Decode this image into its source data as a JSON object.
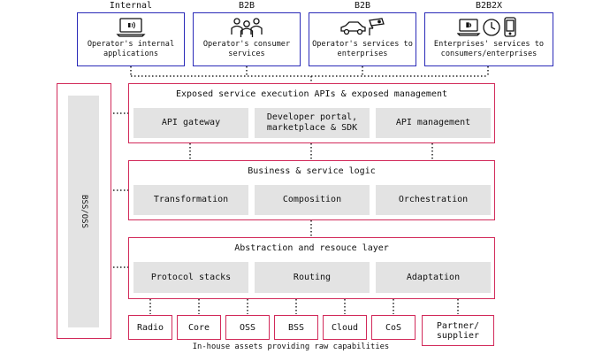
{
  "categories": [
    {
      "label": "Internal",
      "text": "Operator's internal applications",
      "icon": "laptop-wireless-icon"
    },
    {
      "label": "B2B",
      "text": "Operator's consumer services",
      "icon": "people-group-icon"
    },
    {
      "label": "B2B",
      "text": "Operator's services to enterprises",
      "icon": "car-camera-icon"
    },
    {
      "label": "B2B2X",
      "text": "Enterprises' services to consumers/enterprises",
      "icon": "devices-icon"
    }
  ],
  "layers": [
    {
      "title": "Exposed service execution APIs & exposed management",
      "cells": [
        "API gateway",
        "Developer portal, marketplace & SDK",
        "API management"
      ]
    },
    {
      "title": "Business & service logic",
      "cells": [
        "Transformation",
        "Composition",
        "Orchestration"
      ]
    },
    {
      "title": "Abstraction and resouce layer",
      "cells": [
        "Protocol stacks",
        "Routing",
        "Adaptation"
      ]
    }
  ],
  "side_panel": {
    "label": "BSS/OSS"
  },
  "assets": [
    "Radio",
    "Core",
    "OSS",
    "BSS",
    "Cloud",
    "CoS",
    "Partner/ supplier"
  ],
  "footer": "In-house assets providing raw capabilities",
  "colors": {
    "top_border": "#2a2ab8",
    "layer_border": "#d22a5a",
    "cell_fill": "#e3e3e3"
  }
}
